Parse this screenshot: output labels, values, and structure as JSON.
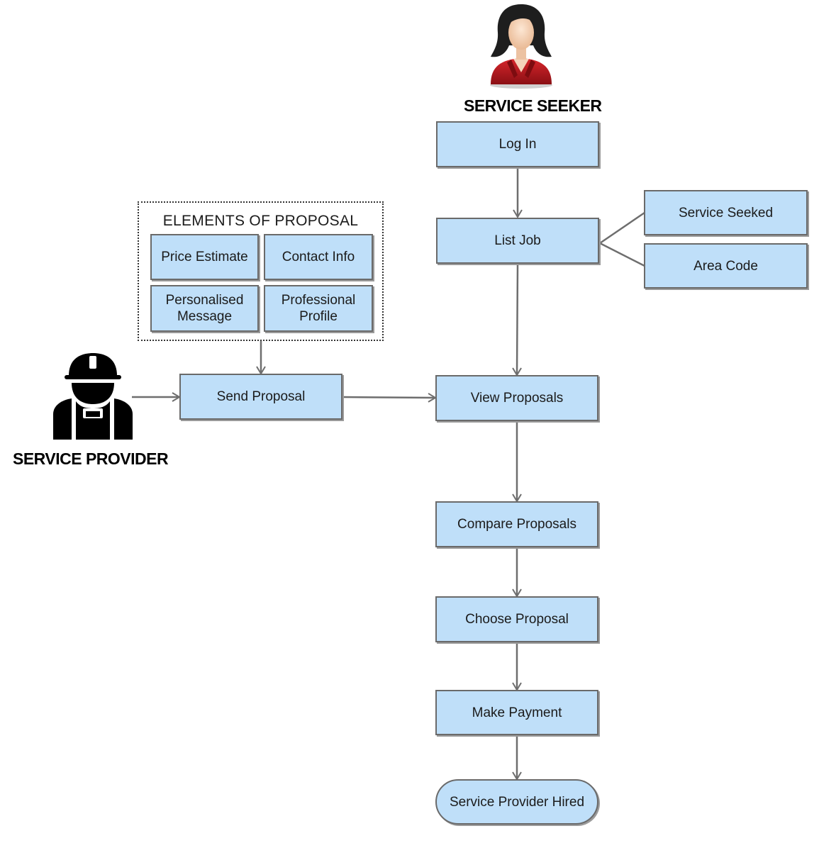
{
  "actors": {
    "seeker_label": "SERVICE SEEKER",
    "provider_label": "SERVICE PROVIDER"
  },
  "proposal_group": {
    "title": "ELEMENTS OF PROPOSAL",
    "items": [
      "Price Estimate",
      "Contact Info",
      "Personalised\nMessage",
      "Professional\nProfile"
    ]
  },
  "steps": {
    "log_in": "Log In",
    "list_job": "List Job",
    "service_seeked": "Service Seeked",
    "area_code": "Area Code",
    "send_proposal": "Send Proposal",
    "view_proposals": "View Proposals",
    "compare_proposals": "Compare Proposals",
    "choose_proposal": "Choose Proposal",
    "make_payment": "Make Payment",
    "service_provider_hired": "Service Provider Hired"
  },
  "colors": {
    "box_fill": "#bfdff9",
    "box_border": "#6a6a6a",
    "connector": "#6e6e6e",
    "seeker_jacket": "#b0161c",
    "provider_icon": "#000000"
  }
}
